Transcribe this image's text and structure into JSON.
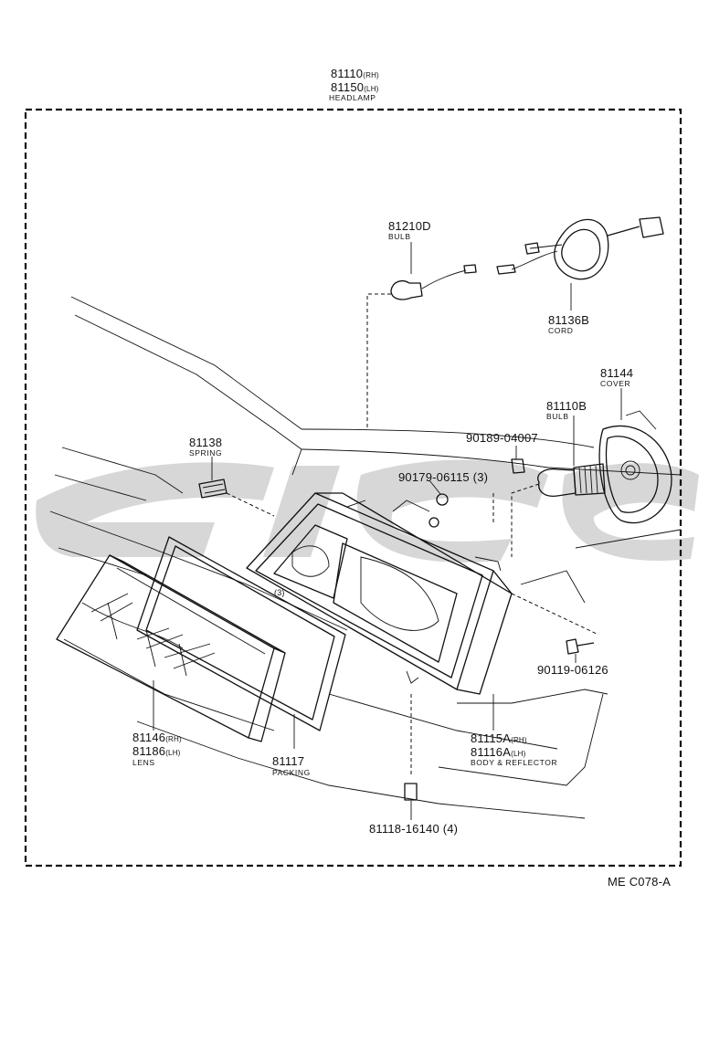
{
  "header": {
    "part_rh": "81110",
    "part_rh_suffix": "(RH)",
    "part_lh": "81150",
    "part_lh_suffix": "(LH)",
    "name": "HEADLAMP"
  },
  "callouts": {
    "bulb_small": {
      "part": "81210D",
      "name": "BULB"
    },
    "cord": {
      "part": "81136B",
      "name": "CORD"
    },
    "cover": {
      "part": "81144",
      "name": "COVER"
    },
    "bulb_main": {
      "part": "81110B",
      "name": "BULB"
    },
    "spring": {
      "part": "81138",
      "name": "SPRING"
    },
    "nut_top": {
      "part": "90189-04007"
    },
    "nut_mid": {
      "part": "90179-06115 (3)"
    },
    "bolt": {
      "part": "90119-06126"
    },
    "lens": {
      "part_rh": "81146",
      "part_rh_suffix": "(RH)",
      "part_lh": "81186",
      "part_lh_suffix": "(LH)",
      "name": "LENS"
    },
    "packing": {
      "part": "81117",
      "name": "PACKING"
    },
    "body": {
      "part_rh": "81115A",
      "part_rh_suffix": "(RH)",
      "part_lh": "81116A",
      "part_lh_suffix": "(LH)",
      "name": "BODY & REFLECTOR"
    },
    "clip": {
      "part": "81118-16140 (4)"
    },
    "qty_mark": "(3)"
  },
  "footer": {
    "code": "ME C078-A"
  }
}
